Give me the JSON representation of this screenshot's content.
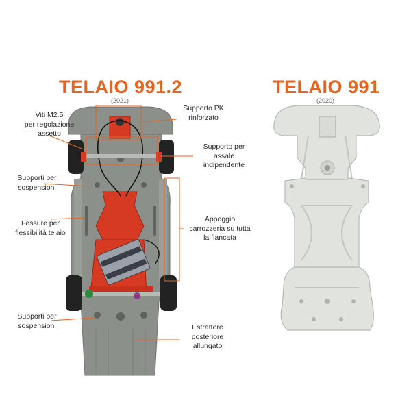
{
  "left_chassis": {
    "title": "TELAIO 991.2",
    "year": "(2021)",
    "callouts": {
      "viti": "Viti M2.5\nper regolazione\nassetto",
      "supporto_pk": "Supporto PK\nrinforzato",
      "supporto_assale": "Supporto per\nassale\nindipendente",
      "supporti_sosp_top": "Supporti per\nsospensioni",
      "fessure": "Fessure per\nflessibilità telaio",
      "appoggio": "Appoggio\ncarrozzeria su tutta\nla fiancata",
      "supporti_sosp_bottom": "Supporti per\nsospensioni",
      "estrattore": "Estrattore\nposteriore\nallungato"
    }
  },
  "right_chassis": {
    "title": "TELAIO 991",
    "year": "(2020)"
  },
  "colors": {
    "title": "#e8621c",
    "callout_line": "#e8621c",
    "chassis_grey": "#8a8e8a",
    "chassis_light": "#dfe2de",
    "red_parts": "#d63a22"
  }
}
